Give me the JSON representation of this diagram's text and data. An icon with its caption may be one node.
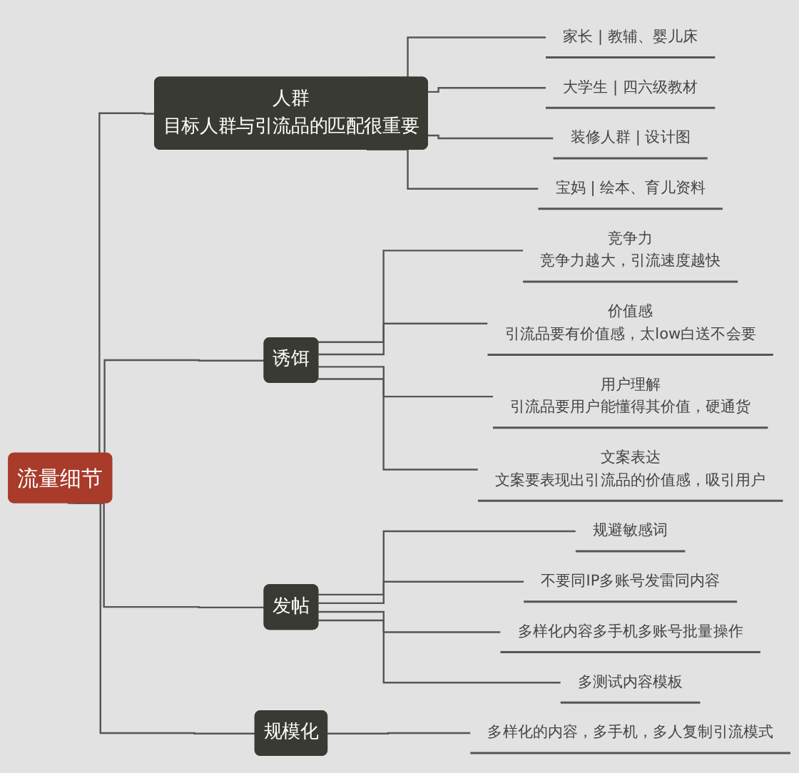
{
  "diagram": {
    "nodes": [
      {
        "text": [
          "流量细节"
        ]
      },
      {
        "text": [
          "人群",
          "目标人群与引流品的匹配很重要"
        ]
      },
      {
        "text": [
          "家长 | 教辅、婴儿床"
        ]
      },
      {
        "text": [
          "大学生 | 四六级教材"
        ]
      },
      {
        "text": [
          "装修人群 | 设计图"
        ]
      },
      {
        "text": [
          "宝妈 | 绘本、育儿资料"
        ]
      },
      {
        "text": [
          "诱饵"
        ]
      },
      {
        "text": [
          "竞争力",
          "竞争力越大，引流速度越快"
        ]
      },
      {
        "text": [
          "价值感",
          "引流品要有价值感，太low白送不会要"
        ]
      },
      {
        "text": [
          "用户理解",
          "引流品要用户能懂得其价值，硬通货"
        ]
      },
      {
        "text": [
          "文案表达",
          "文案要表现出引流品的价值感，吸引用户"
        ]
      },
      {
        "text": [
          "发帖"
        ]
      },
      {
        "text": [
          "规避敏感词"
        ]
      },
      {
        "text": [
          "不要同IP多账号发雷同内容"
        ]
      },
      {
        "text": [
          "多样化内容多手机多账号批量操作"
        ]
      },
      {
        "text": [
          "多测试内容模板"
        ]
      },
      {
        "text": [
          "规模化"
        ]
      },
      {
        "text": [
          "多样化的内容，多手机，多人复制引流模式"
        ]
      }
    ],
    "edges": [
      {
        "from": 0,
        "to": 1,
        "arrow": "none"
      },
      {
        "from": 1,
        "to": 2,
        "arrow": "none"
      },
      {
        "from": 1,
        "to": 3,
        "arrow": "none"
      },
      {
        "from": 1,
        "to": 4,
        "arrow": "none"
      },
      {
        "from": 1,
        "to": 5,
        "arrow": "none"
      },
      {
        "from": 0,
        "to": 6,
        "arrow": "none"
      },
      {
        "from": 6,
        "to": 7,
        "arrow": "none"
      },
      {
        "from": 6,
        "to": 8,
        "arrow": "none"
      },
      {
        "from": 6,
        "to": 9,
        "arrow": "none"
      },
      {
        "from": 6,
        "to": 10,
        "arrow": "none"
      },
      {
        "from": 0,
        "to": 11,
        "arrow": "none"
      },
      {
        "from": 11,
        "to": 12,
        "arrow": "none"
      },
      {
        "from": 11,
        "to": 13,
        "arrow": "none"
      },
      {
        "from": 11,
        "to": 14,
        "arrow": "none"
      },
      {
        "from": 11,
        "to": 15,
        "arrow": "none"
      },
      {
        "from": 0,
        "to": 16,
        "arrow": "none"
      },
      {
        "from": 16,
        "to": 17,
        "arrow": "none"
      }
    ]
  }
}
